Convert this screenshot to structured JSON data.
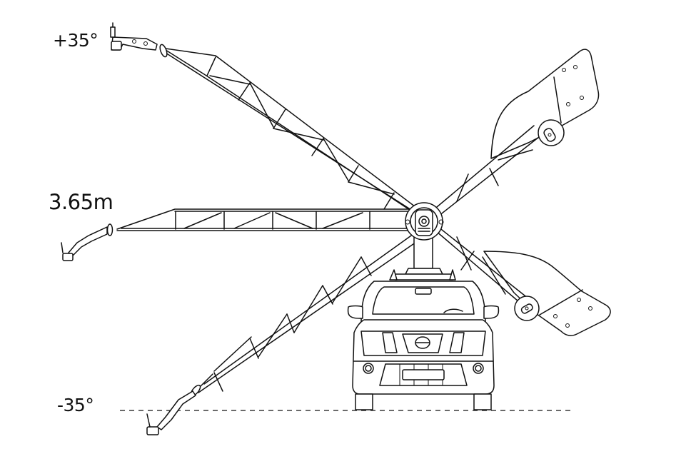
{
  "diagram": {
    "subject": "Camera crane arm mounted on pickup truck roof showing tilt range",
    "labels": {
      "angle_up": "+35°",
      "arm_length": "3.65m",
      "angle_down": "-35°"
    },
    "positions": [
      {
        "name": "raised",
        "angle": "+35°"
      },
      {
        "name": "horizontal",
        "reach": "3.65m"
      },
      {
        "name": "lowered",
        "angle": "-35°"
      }
    ],
    "colors": {
      "line": "#111111",
      "background": "#ffffff"
    }
  }
}
